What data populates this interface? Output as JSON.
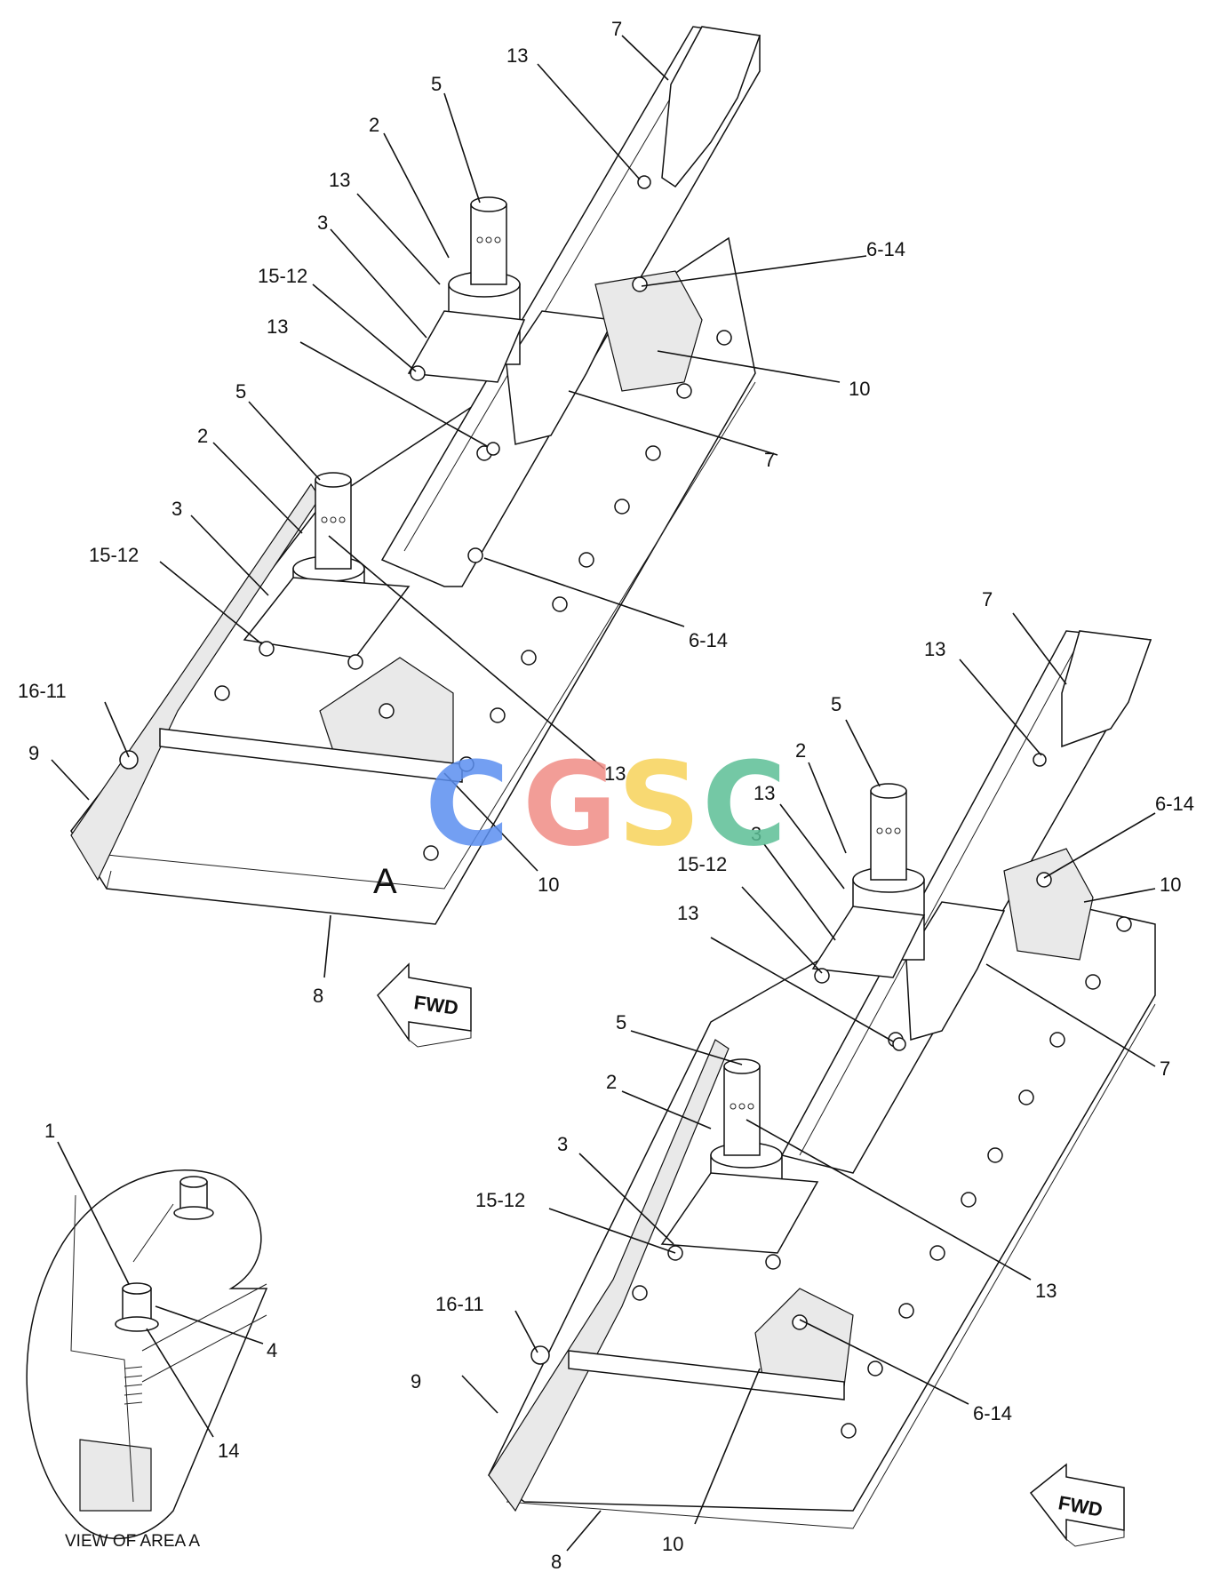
{
  "labels": {
    "l1": "7",
    "l2": "13",
    "l3": "5",
    "l4": "2",
    "l5": "13",
    "l6": "3",
    "l7": "6-14",
    "l8": "15-12",
    "l9": "13",
    "l10": "10",
    "l11": "5",
    "l12": "2",
    "l13": "7",
    "l14": "3",
    "l15": "15-12",
    "l16": "6-14",
    "l17": "16-11",
    "l18": "9",
    "l19": "13",
    "l20": "10",
    "l21": "8",
    "r1": "7",
    "r2": "13",
    "r3": "5",
    "r4": "2",
    "r5": "13",
    "r6": "6-14",
    "r7": "3",
    "r8": "10",
    "r9": "15-12",
    "r10": "13",
    "r11": "7",
    "r12": "5",
    "r13": "2",
    "r14": "3",
    "r15": "13",
    "r16": "15-12",
    "r17": "16-11",
    "r18": "6-14",
    "r19": "9",
    "r20": "10",
    "r21": "8",
    "d1": "1",
    "d2": "4",
    "d3": "14"
  },
  "area_marker": "A",
  "fwd_arrow_text": "FWD",
  "detail_caption": "VIEW OF AREA A",
  "watermark": {
    "letters": [
      "C",
      "G",
      "S",
      "C"
    ],
    "colors": [
      "#5b8ff0",
      "#f08c86",
      "#f7d35a",
      "#5cbf96"
    ]
  }
}
